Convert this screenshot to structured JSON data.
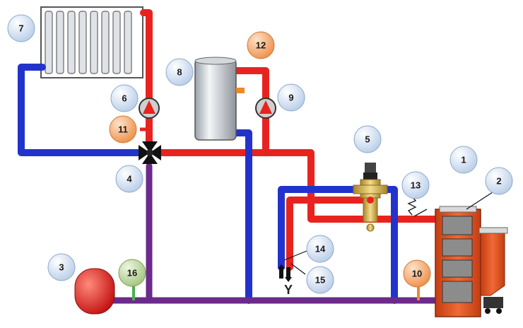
{
  "labels": {
    "b1": "1",
    "b2": "2",
    "b3": "3",
    "b4": "4",
    "b5": "5",
    "b6": "6",
    "b7": "7",
    "b8": "8",
    "b9": "9",
    "b10": "10",
    "b11": "11",
    "b12": "12",
    "b13": "13",
    "b14": "14",
    "b15": "15",
    "b16": "16",
    "y_symbol": "Y"
  },
  "colors": {
    "supply_pipe": "#e8231f",
    "return_pipe": "#2233cc",
    "mixed_pipe": "#6b2a8c",
    "badge_blue": "#d4e2f4",
    "badge_orange": "#f2a468",
    "badge_green": "#b9d39a",
    "boiler_orange": "#e8562a"
  }
}
